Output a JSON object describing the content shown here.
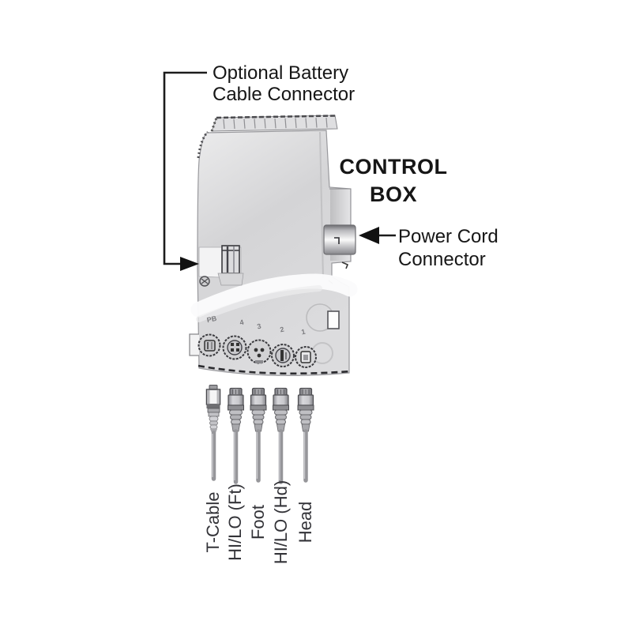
{
  "callouts": {
    "battery": {
      "line1": "Optional Battery",
      "line2": "Cable Connector"
    },
    "control_box": {
      "line1": "CONTROL",
      "line2": "BOX"
    },
    "power": {
      "line1": "Power Cord",
      "line2": "Connector"
    }
  },
  "cables": [
    {
      "label": "T-Cable"
    },
    {
      "label": "HI/LO (Ft)"
    },
    {
      "label": "Foot"
    },
    {
      "label": "HI/LO (Hd)"
    },
    {
      "label": "Head"
    }
  ],
  "ports": [
    {
      "label": "PB"
    },
    {
      "label": "4"
    },
    {
      "label": "3"
    },
    {
      "label": "2"
    },
    {
      "label": "1"
    }
  ],
  "colors": {
    "background": "#ffffff",
    "callout_text": "#161616",
    "leader_line": "#1c1c1c",
    "box_body_gray": "#d8d8da",
    "connector_gray": "#9a9a9e",
    "highlight_white": "#fbfbfb"
  }
}
